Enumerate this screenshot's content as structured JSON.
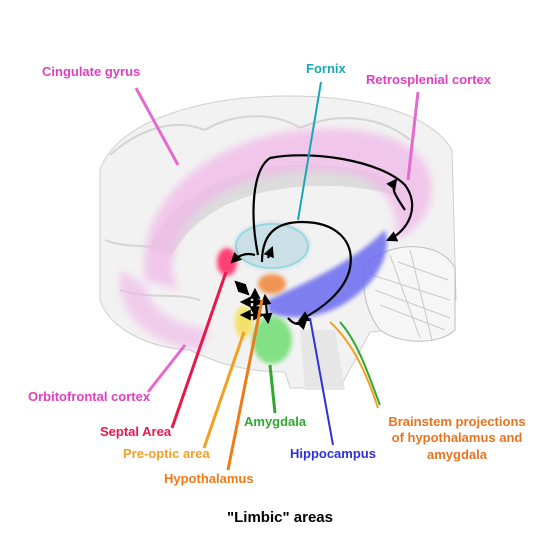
{
  "caption": "\"Limbic\" areas",
  "labels": {
    "cingulate_gyrus": "Cingulate gyrus",
    "fornix": "Fornix",
    "retrosplenial_cortex": "Retrosplenial cortex",
    "orbitofrontal_cortex": "Orbitofrontal cortex",
    "septal_area": "Septal Area",
    "preoptic_area": "Pre-optic area",
    "hypothalamus": "Hypothalamus",
    "amygdala": "Amygdala",
    "hippocampus": "Hippocampus",
    "brainstem_line1": "Brainstem projections",
    "brainstem_line2": "of hypothalamus and",
    "brainstem_line3": "amygdala"
  },
  "colors": {
    "cingulate": "#e040c0",
    "fornix": "#1aa6b4",
    "septal": "#e8184a",
    "preoptic": "#f2a020",
    "hypothalamus": "#ee7a1a",
    "amygdala": "#2ea82e",
    "hippocampus": "#3030d8",
    "brainstem": "#e8741e",
    "circuit": "#000000"
  }
}
